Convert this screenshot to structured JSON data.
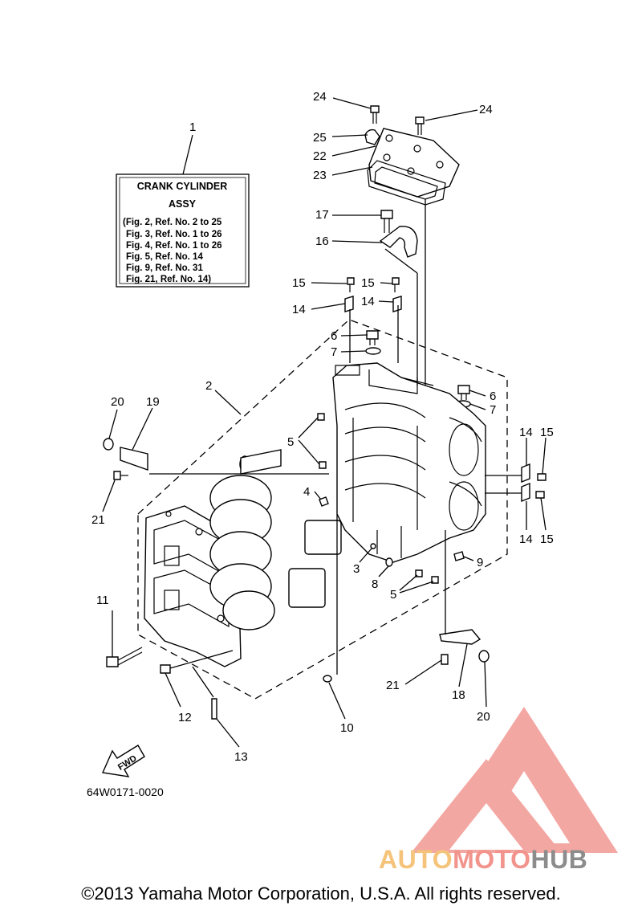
{
  "info_box": {
    "ref": "1",
    "title_line1": "CRANK CYLINDER",
    "title_line2": "ASSY",
    "refs": [
      "(Fig. 2, Ref. No. 2 to 25",
      "Fig. 3, Ref. No. 1 to 26",
      "Fig. 4, Ref. No. 1 to 26",
      "Fig. 5, Ref. No. 14",
      "Fig. 9, Ref. No. 31",
      "Fig. 21, Ref. No. 14)"
    ]
  },
  "callouts": {
    "c24a": "24",
    "c24b": "24",
    "c25": "25",
    "c22": "22",
    "c23": "23",
    "c17": "17",
    "c16": "16",
    "c15a": "15",
    "c15b": "15",
    "c14a": "14",
    "c14b": "14",
    "c6a": "6",
    "c7a": "7",
    "c6b": "6",
    "c7b": "7",
    "c2": "2",
    "c20a": "20",
    "c19": "19",
    "c21a": "21",
    "c5a": "5",
    "c4": "4",
    "c14c": "14",
    "c15c": "15",
    "c14d": "14",
    "c15d": "15",
    "c3": "3",
    "c8": "8",
    "c9": "9",
    "c5b": "5",
    "c11": "11",
    "c12": "12",
    "c13": "13",
    "c10": "10",
    "c21b": "21",
    "c18": "18",
    "c20b": "20"
  },
  "fwd_label": "FWD",
  "ref_code": "64W0171-0020",
  "watermark": {
    "part1": "AUTO",
    "part2": "MOTO",
    "part3": "HUB",
    "color1": "#f5c37a",
    "color2": "#f2938c",
    "color3": "#8c8c8c"
  },
  "copyright": "©2013 Yamaha Motor Corporation, U.S.A. All rights reserved."
}
